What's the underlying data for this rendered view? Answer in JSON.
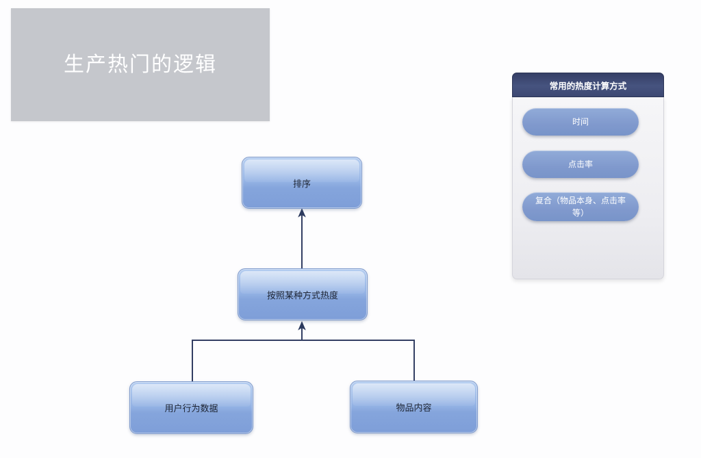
{
  "title_card": {
    "label": "生产热门的逻辑"
  },
  "flowchart": {
    "nodes": {
      "sort": {
        "label": "排序"
      },
      "heat": {
        "label": "按照某种方式热度"
      },
      "user_behavior": {
        "label": "用户行为数据"
      },
      "item_content": {
        "label": "物品内容"
      }
    }
  },
  "panel": {
    "title": "常用的热度计算方式",
    "items": [
      {
        "label": "时间"
      },
      {
        "label": "点击率"
      },
      {
        "label": "复合（物品本身、点击率等）"
      }
    ]
  },
  "colors": {
    "title_card_gray": "#c5c7cc",
    "node_fill_top": "#b4cdf0",
    "node_fill_bottom": "#7e9ed8",
    "panel_header_navy": "#3d4973",
    "pill_blue": "#7f9ccd",
    "connector_navy": "#323e63"
  }
}
